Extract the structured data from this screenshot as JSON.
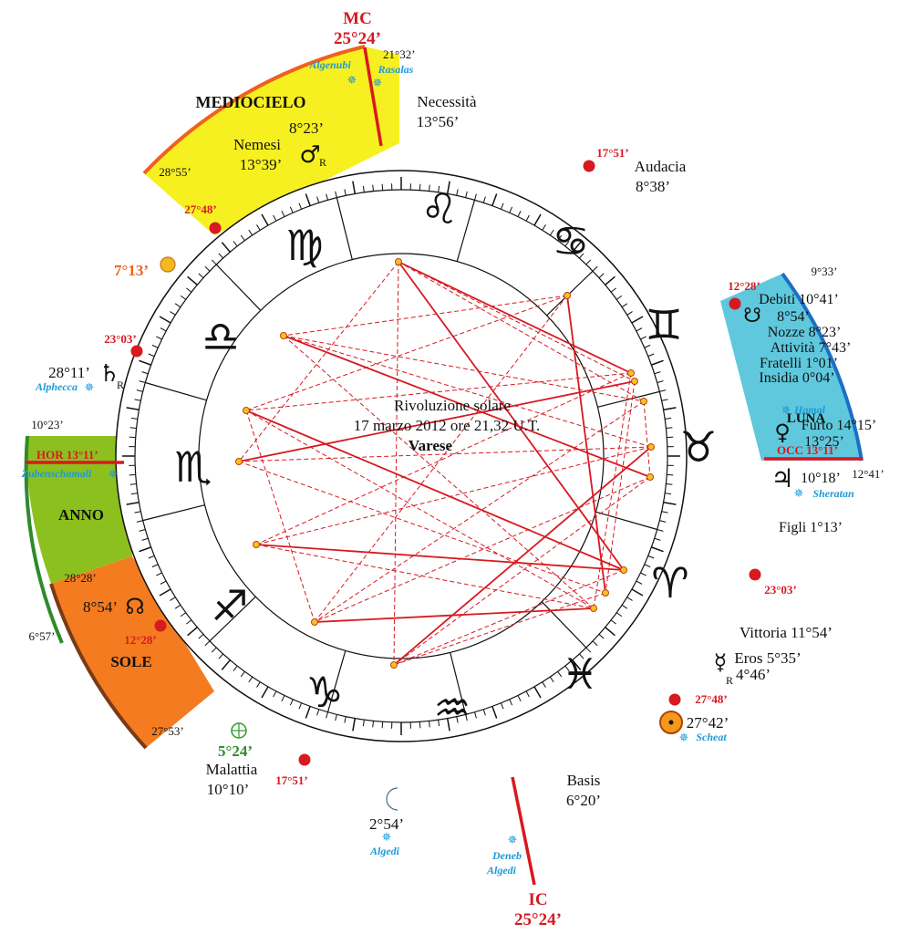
{
  "center": {
    "line1": "Rivoluzione solare",
    "line2": "17 marzo 2012 ore 21,32 U.T.",
    "line3": "Varese"
  },
  "axes": {
    "mc_label": "MC",
    "mc_deg": "25°24’",
    "ic_label": "IC",
    "ic_deg": "25°24’",
    "hor": "HOR  13°11’",
    "occ": "OCC  13°11’"
  },
  "sectors": {
    "medio": "MEDIOCIELO",
    "luna": "LUNA",
    "anno": "ANNO",
    "sole": "SOLE"
  },
  "zodiac": {
    "leo": "♌",
    "cancer": "♋",
    "gemini": "♊",
    "taurus": "♉",
    "aries": "♈",
    "pisces": "♓",
    "aquarius": "♒",
    "capricorn": "♑",
    "sagittarius": "♐",
    "scorpio": "♏",
    "libra": "♎",
    "virgo": "♍"
  },
  "cusps": {
    "c1": "17°51’",
    "c2": "12°28’",
    "c3": "23°03’",
    "c4": "27°48’",
    "c5": "17°51’",
    "c6": "12°28’",
    "c7": "23°03’",
    "c8": "27°48’"
  },
  "mc_area": {
    "d1": "21°32’",
    "d2": "28°55’",
    "nemesi": "Nemesi",
    "nemesi_deg": "13°39’",
    "mars_deg": "8°23’",
    "mars_glyph": "♂",
    "retro": "R",
    "necessita": "Necessità",
    "necessita_deg": "13°56’"
  },
  "audacia": {
    "name": "Audacia",
    "deg": "8°38’"
  },
  "comet": {
    "deg": "7°13’"
  },
  "saturn": {
    "deg": "28°11’",
    "glyph": "♄",
    "retro": "R"
  },
  "luna_area": {
    "d1": "9°33’",
    "debiti": "Debiti 10°41’",
    "node_deg": "8°54’",
    "nozze": "Nozze 8°23’",
    "attivita": "Attività 7°43’",
    "fratelli": "Fratelli 1°01’",
    "insidia": "Insidia 0°04’",
    "furto": "Furto 14°15’",
    "venus_glyph": "♀",
    "venus_deg": "13°25’",
    "d2": "12°41’"
  },
  "jupiter": {
    "glyph": "♃",
    "deg": "10°18’"
  },
  "figli": "Figli 1°13’",
  "vittoria": "Vittoria 11°54’",
  "mercury": {
    "eros": "Eros 5°35’",
    "glyph": "☿",
    "retro": "R",
    "deg": "4°46’"
  },
  "sun": {
    "deg": "27°42’"
  },
  "basis": {
    "name": "Basis",
    "deg": "6°20’"
  },
  "moon": {
    "deg": "2°54’"
  },
  "malattia": {
    "name": "Malattia",
    "deg": "10°10’",
    "earth_deg": "5°24’"
  },
  "anno_area": {
    "d1": "10°23’",
    "d2": "28°28’",
    "node_deg": "8°54’",
    "node_glyph": "☊",
    "d3": "6°57’",
    "d4": "27°53’"
  },
  "stars": {
    "algenubi": "Algenubi",
    "rasalas": "Rasalas",
    "alphecca": "Alphecca",
    "hamal": "Hamal",
    "sheratan": "Sheratan",
    "zuben": "Zubenschamali",
    "scheat": "Scheat",
    "algedi": "Algedi",
    "deneb1": "Deneb",
    "deneb2": "Algedi"
  },
  "colors": {
    "medio": "#f7f020",
    "luna": "#5fc8dc",
    "anno": "#8cc01e",
    "sole": "#f47b20",
    "axis_red": "#d71920",
    "star_blue": "#1e9ad6"
  },
  "aspect_points": [
    [
      437,
      287
    ],
    [
      622,
      324
    ],
    [
      311,
      368
    ],
    [
      692,
      409
    ],
    [
      696,
      418
    ],
    [
      706,
      440
    ],
    [
      270,
      450
    ],
    [
      714,
      490
    ],
    [
      262,
      506
    ],
    [
      713,
      523
    ],
    [
      281,
      597
    ],
    [
      684,
      625
    ],
    [
      664,
      650
    ],
    [
      345,
      682
    ],
    [
      651,
      667
    ],
    [
      432,
      729
    ]
  ],
  "aspect_lines": [
    [
      0,
      3
    ],
    [
      0,
      4
    ],
    [
      0,
      5
    ],
    [
      0,
      8
    ],
    [
      0,
      11
    ],
    [
      0,
      15
    ],
    [
      1,
      2
    ],
    [
      1,
      6
    ],
    [
      1,
      12
    ],
    [
      1,
      13
    ],
    [
      2,
      5
    ],
    [
      2,
      7
    ],
    [
      2,
      9
    ],
    [
      2,
      14
    ],
    [
      3,
      6
    ],
    [
      3,
      10
    ],
    [
      4,
      8
    ],
    [
      4,
      12
    ],
    [
      5,
      13
    ],
    [
      5,
      9
    ],
    [
      6,
      11
    ],
    [
      6,
      14
    ],
    [
      7,
      8
    ],
    [
      7,
      10
    ],
    [
      7,
      15
    ],
    [
      8,
      12
    ],
    [
      9,
      13
    ],
    [
      9,
      15
    ],
    [
      10,
      11
    ],
    [
      10,
      14
    ],
    [
      11,
      15
    ],
    [
      12,
      15
    ],
    [
      13,
      14
    ],
    [
      3,
      14
    ],
    [
      6,
      13
    ]
  ]
}
